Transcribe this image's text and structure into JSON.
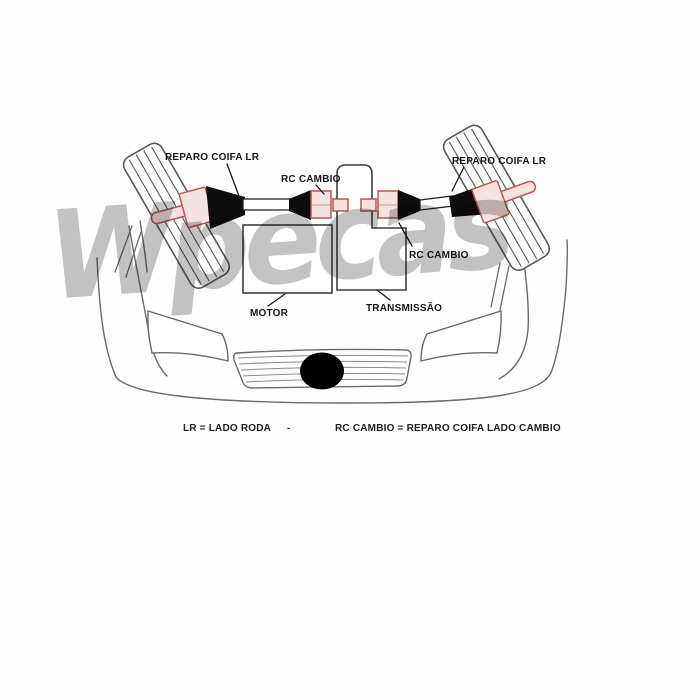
{
  "diagram": {
    "labels": {
      "reparo_coifa_left": "REPARO COIFA LR",
      "rc_cambio_top": "RC CAMBIO",
      "reparo_coifa_right": "REPARO COIFA LR",
      "rc_cambio_right": "RC CAMBIO",
      "motor": "MOTOR",
      "transmissao": "TRANSMISSÃO"
    },
    "legend": {
      "left": "LR = LADO RODA",
      "separator": "-",
      "right": "RC CAMBIO = REPARO COIFA LADO CAMBIO"
    },
    "watermark": "Wpecas",
    "colors": {
      "outline": "#4a4a4a",
      "body_line": "#6a6a6a",
      "joint_fill": "#f6e2e0",
      "joint_stroke": "#b05a52",
      "boot_black": "#0d0d0d",
      "watermark_gray": "#c3c3c3"
    }
  }
}
